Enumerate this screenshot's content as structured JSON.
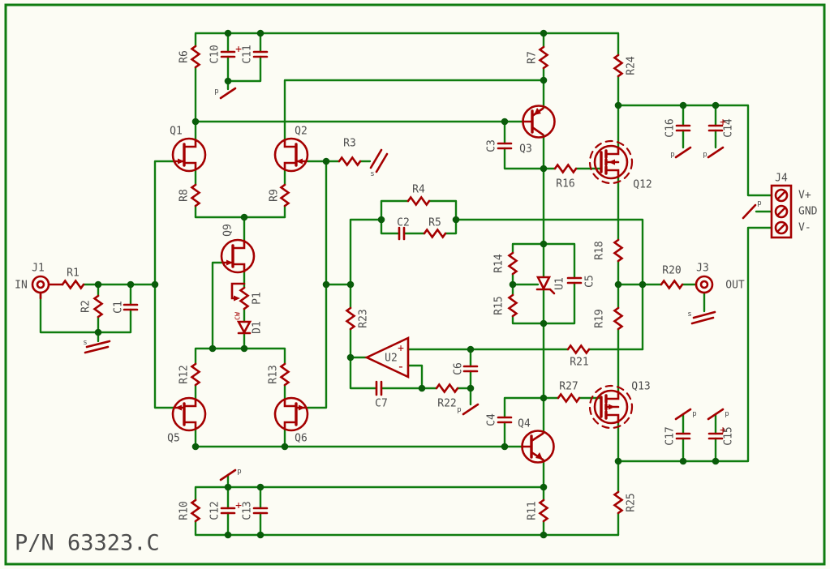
{
  "title": {
    "part_number": "P/N 63323.C"
  },
  "colors": {
    "wire_green": "#0f7c0f",
    "junction_green": "#0a5c0a",
    "component_red": "#a40000",
    "label_gray": "#4d4d4d",
    "background": "#fcfcf4",
    "border_green": "#0f7c0f"
  },
  "labels": {
    "j1": "J1",
    "j3": "J3",
    "j4": "J4",
    "r1": "R1",
    "r2": "R2",
    "r3": "R3",
    "r4": "R4",
    "r5": "R5",
    "r6": "R6",
    "r7": "R7",
    "r8": "R8",
    "r9": "R9",
    "r10": "R10",
    "r11": "R11",
    "r12": "R12",
    "r13": "R13",
    "r14": "R14",
    "r15": "R15",
    "r16": "R16",
    "r18": "R18",
    "r19": "R19",
    "r20": "R20",
    "r21": "R21",
    "r22": "R22",
    "r23": "R23",
    "r24": "R24",
    "r25": "R25",
    "r27": "R27",
    "c1": "C1",
    "c2": "C2",
    "c3": "C3",
    "c4": "C4",
    "c5": "C5",
    "c6": "C6",
    "c7": "C7",
    "c10": "C10",
    "c11": "C11",
    "c12": "C12",
    "c13": "C13",
    "c14": "C14",
    "c15": "C15",
    "c16": "C16",
    "c17": "C17",
    "q1": "Q1",
    "q2": "Q2",
    "q3": "Q3",
    "q4": "Q4",
    "q5": "Q5",
    "q6": "Q6",
    "q9": "Q9",
    "q12": "Q12",
    "q13": "Q13",
    "u1": "U1",
    "u2": "U2",
    "p1": "P1",
    "d1": "D1"
  },
  "pins": {
    "in": "IN",
    "out": "OUT",
    "vplus": "V+",
    "gnd": "GND",
    "vminus": "V-"
  },
  "marks": {
    "plus": "+",
    "minus": "-",
    "cw": "CW",
    "pg": "p",
    "sg": "s"
  }
}
